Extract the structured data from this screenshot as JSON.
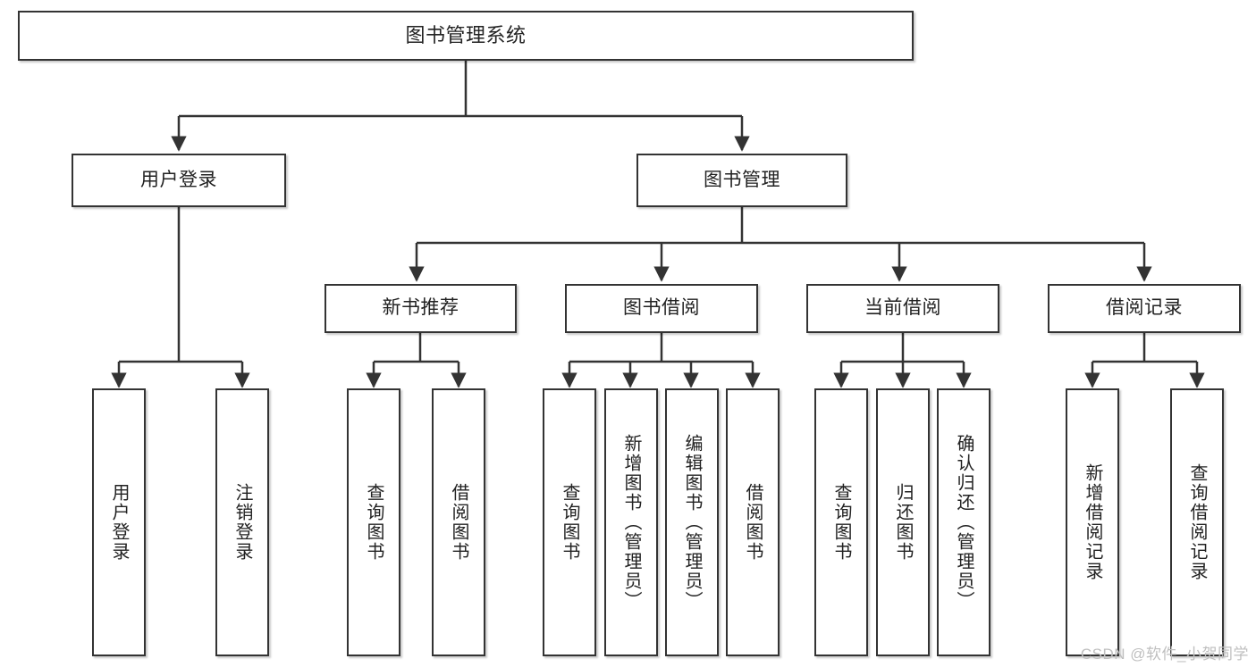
{
  "diagram": {
    "title": "图书管理系统",
    "type": "tree",
    "orientation": "top-down",
    "watermark": "CSDN @软件_小贺同学",
    "colors": {
      "border": "#333333",
      "background": "#ffffff",
      "text": "#222222",
      "connector": "#333333",
      "watermark": "#bfbfbf"
    },
    "nodes": {
      "root": {
        "label": "图书管理系统"
      },
      "level2": [
        {
          "id": "user-login",
          "label": "用户登录"
        },
        {
          "id": "book-manage",
          "label": "图书管理"
        }
      ],
      "level3": [
        {
          "id": "new-book-recommend",
          "label": "新书推荐"
        },
        {
          "id": "book-borrow",
          "label": "图书借阅"
        },
        {
          "id": "current-borrow",
          "label": "当前借阅"
        },
        {
          "id": "borrow-record",
          "label": "借阅记录"
        }
      ],
      "leaves": {
        "user-login": [
          {
            "id": "leaf-user-login",
            "label": "用户登录"
          },
          {
            "id": "leaf-user-logout",
            "label": "注销登录"
          }
        ],
        "new-book-recommend": [
          {
            "id": "leaf-query-book-1",
            "label": "查询图书"
          },
          {
            "id": "leaf-borrow-book-1",
            "label": "借阅图书"
          }
        ],
        "book-borrow": [
          {
            "id": "leaf-query-book-2",
            "label": "查询图书"
          },
          {
            "id": "leaf-add-book",
            "label": "新增图书（管理员）"
          },
          {
            "id": "leaf-edit-book",
            "label": "编辑图书（管理员）"
          },
          {
            "id": "leaf-borrow-book-2",
            "label": "借阅图书"
          }
        ],
        "current-borrow": [
          {
            "id": "leaf-query-book-3",
            "label": "查询图书"
          },
          {
            "id": "leaf-return-book",
            "label": "归还图书"
          },
          {
            "id": "leaf-confirm-return",
            "label": "确认归还（管理员）"
          }
        ],
        "borrow-record": [
          {
            "id": "leaf-add-record",
            "label": "新增借阅记录"
          },
          {
            "id": "leaf-query-record",
            "label": "查询借阅记录"
          }
        ]
      }
    }
  }
}
